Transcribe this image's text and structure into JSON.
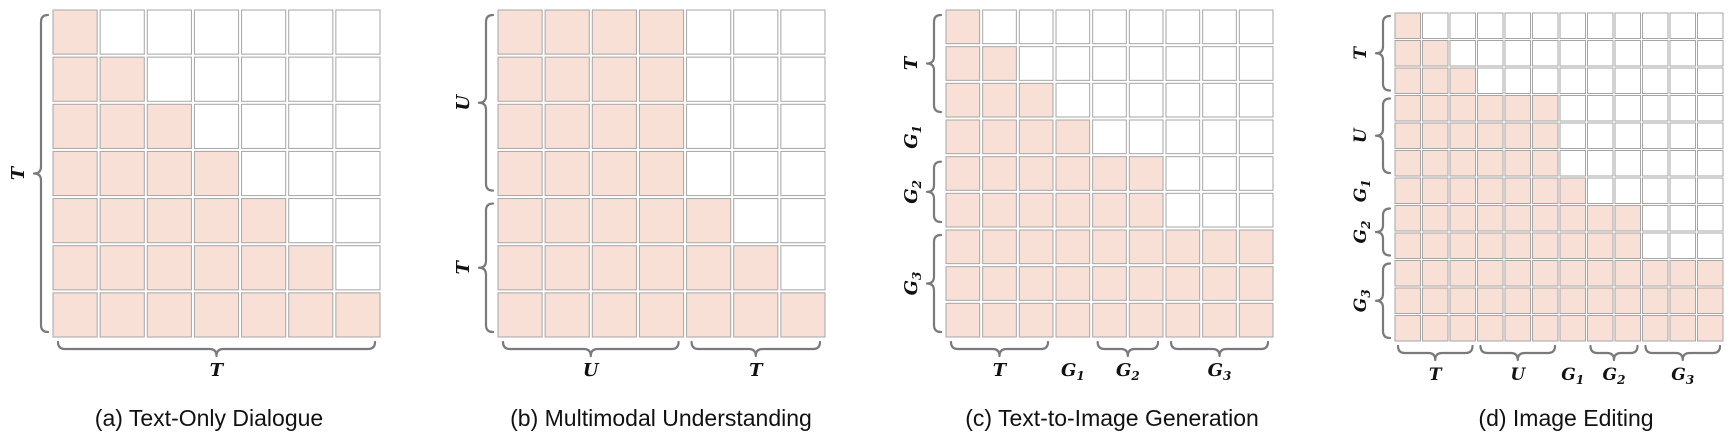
{
  "colors": {
    "filled": "#f9e0d6",
    "empty": "#ffffff",
    "grid": "#a6a6a6",
    "brace": "#7a7a7a"
  },
  "panels": [
    {
      "id": "a",
      "caption": "(a) Text-Only Dialogue",
      "grid_size": 7,
      "row_groups": [
        {
          "symbol": "T",
          "sub": "",
          "span": 7
        }
      ],
      "col_groups": [
        {
          "symbol": "T",
          "sub": "",
          "span": 7
        }
      ],
      "filled_prefix": [
        1,
        2,
        3,
        4,
        5,
        6,
        7
      ]
    },
    {
      "id": "b",
      "caption": "(b) Multimodal Understanding",
      "grid_size": 7,
      "row_groups": [
        {
          "symbol": "U",
          "sub": "",
          "span": 4
        },
        {
          "symbol": "T",
          "sub": "",
          "span": 3
        }
      ],
      "col_groups": [
        {
          "symbol": "U",
          "sub": "",
          "span": 4
        },
        {
          "symbol": "T",
          "sub": "",
          "span": 3
        }
      ],
      "filled_prefix": [
        4,
        4,
        4,
        4,
        5,
        6,
        7
      ]
    },
    {
      "id": "c",
      "caption": "(c) Text-to-Image Generation",
      "grid_size": 9,
      "row_groups": [
        {
          "symbol": "T",
          "sub": "",
          "span": 3
        },
        {
          "symbol": "G",
          "sub": "1",
          "span": 1
        },
        {
          "symbol": "G",
          "sub": "2",
          "span": 2
        },
        {
          "symbol": "G",
          "sub": "3",
          "span": 3
        }
      ],
      "col_groups": [
        {
          "symbol": "T",
          "sub": "",
          "span": 3
        },
        {
          "symbol": "G",
          "sub": "1",
          "span": 1
        },
        {
          "symbol": "G",
          "sub": "2",
          "span": 2
        },
        {
          "symbol": "G",
          "sub": "3",
          "span": 3
        }
      ],
      "filled_prefix": [
        1,
        2,
        3,
        4,
        6,
        6,
        9,
        9,
        9
      ]
    },
    {
      "id": "d",
      "caption": "(d) Image Editing",
      "grid_size": 12,
      "row_groups": [
        {
          "symbol": "T",
          "sub": "",
          "span": 3
        },
        {
          "symbol": "U",
          "sub": "",
          "span": 3
        },
        {
          "symbol": "G",
          "sub": "1",
          "span": 1
        },
        {
          "symbol": "G",
          "sub": "2",
          "span": 2
        },
        {
          "symbol": "G",
          "sub": "3",
          "span": 3
        }
      ],
      "col_groups": [
        {
          "symbol": "T",
          "sub": "",
          "span": 3
        },
        {
          "symbol": "U",
          "sub": "",
          "span": 3
        },
        {
          "symbol": "G",
          "sub": "1",
          "span": 1
        },
        {
          "symbol": "G",
          "sub": "2",
          "span": 2
        },
        {
          "symbol": "G",
          "sub": "3",
          "span": 3
        }
      ],
      "filled_prefix": [
        1,
        2,
        3,
        6,
        6,
        6,
        7,
        9,
        9,
        12,
        12,
        12
      ]
    }
  ]
}
